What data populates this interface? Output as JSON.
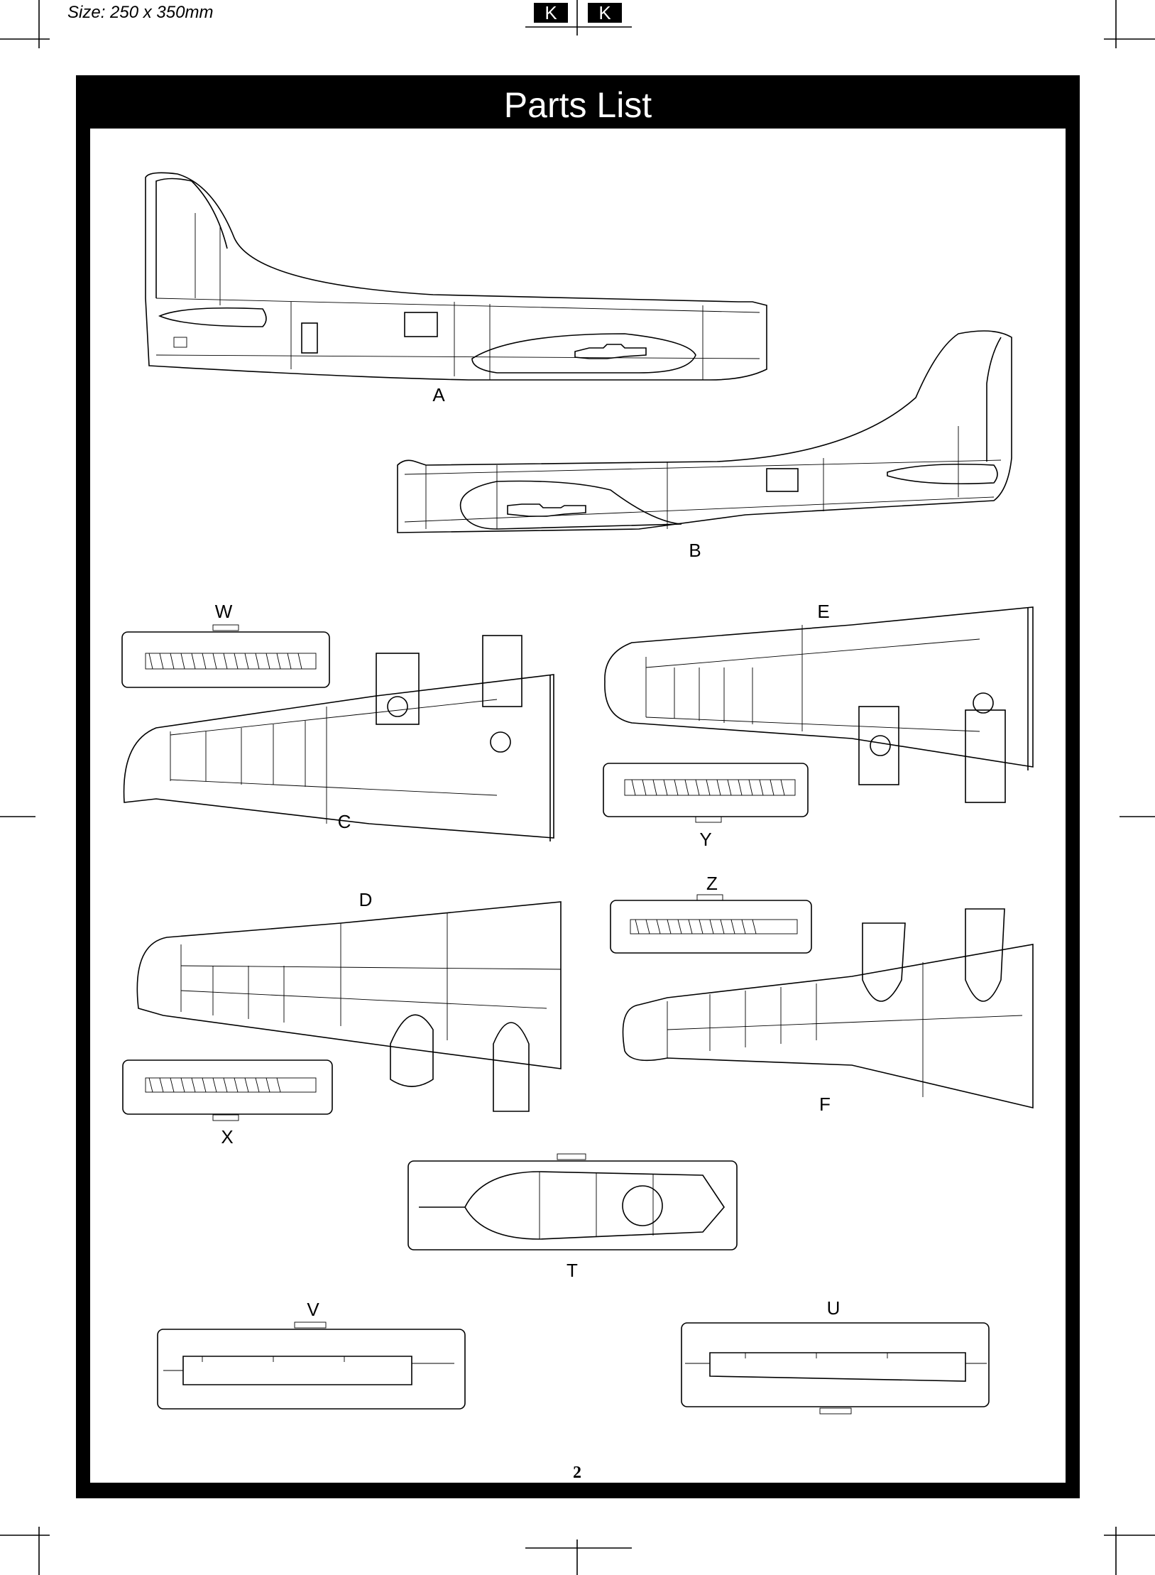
{
  "header": {
    "size_label": "Size: 250 x 350mm",
    "marks": [
      "K",
      "K"
    ]
  },
  "title": "Parts List",
  "parts": {
    "A": "A",
    "B": "B",
    "C": "C",
    "D": "D",
    "E": "E",
    "F": "F",
    "T": "T",
    "U": "U",
    "V": "V",
    "W": "W",
    "X": "X",
    "Y": "Y",
    "Z": "Z"
  },
  "page_number": "2"
}
